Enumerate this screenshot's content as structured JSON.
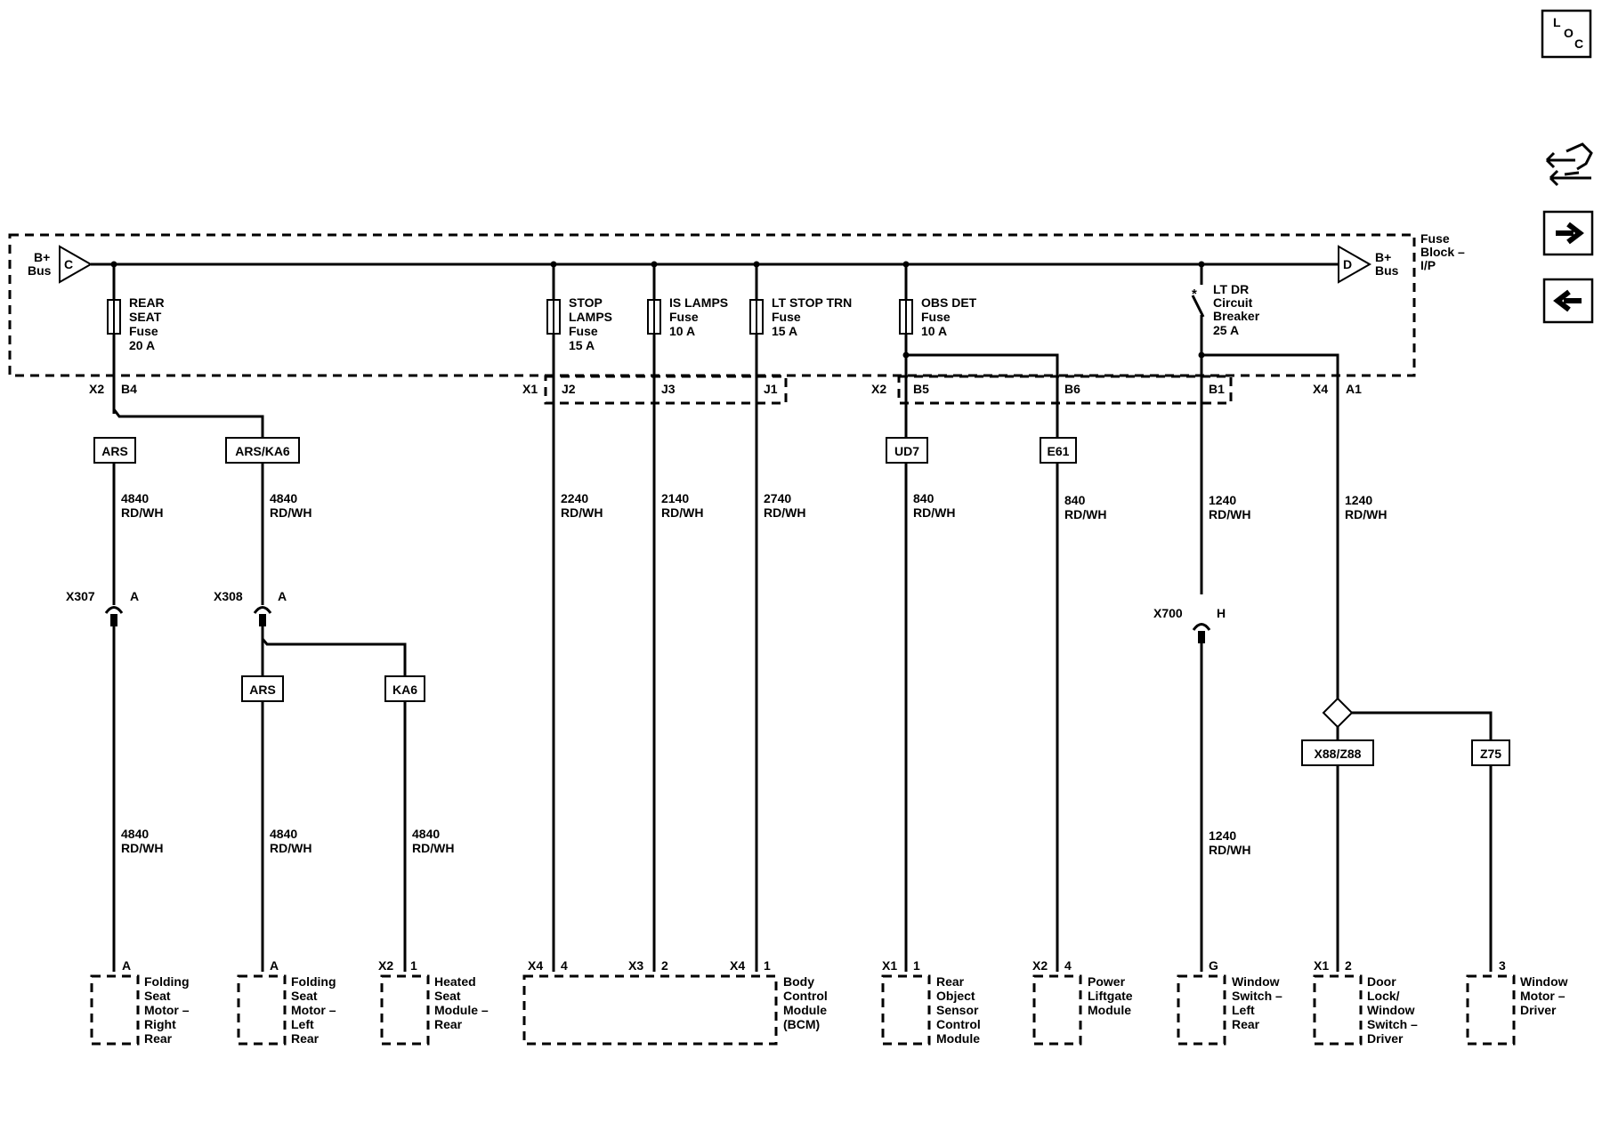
{
  "nav": {
    "loc_letters": [
      "L",
      "O",
      "C"
    ],
    "icons": [
      "loc-icon",
      "schematic-icon",
      "next-arrow-icon",
      "previous-arrow-icon"
    ]
  },
  "fuse_block": {
    "label_lines": [
      "Fuse",
      "Block –",
      "I/P"
    ],
    "bus_left": {
      "letter": "C",
      "label_lines": [
        "B+",
        "Bus"
      ]
    },
    "bus_right": {
      "letter": "D",
      "label_lines": [
        "B+",
        "Bus"
      ]
    }
  },
  "fuses": [
    {
      "label_lines": [
        "REAR",
        "SEAT",
        "Fuse",
        "20 A"
      ]
    },
    {
      "label_lines": [
        "STOP",
        "LAMPS",
        "Fuse",
        "15 A"
      ]
    },
    {
      "label_lines": [
        "IS LAMPS",
        "Fuse",
        "10 A"
      ]
    },
    {
      "label_lines": [
        "LT STOP TRN",
        "Fuse",
        "15 A"
      ]
    },
    {
      "label_lines": [
        "OBS DET",
        "Fuse",
        "10 A"
      ]
    },
    {
      "label_lines": [
        "LT DR",
        "Circuit",
        "Breaker",
        "25 A"
      ]
    }
  ],
  "pins": {
    "x2": "X2",
    "b4": "B4",
    "x1": "X1",
    "j2": "J2",
    "j3": "J3",
    "j1": "J1",
    "x2b": "X2",
    "b5": "B5",
    "b6": "B6",
    "b1": "B1",
    "x4": "X4",
    "a1": "A1"
  },
  "options": {
    "ars1": "ARS",
    "arska6": "ARS/KA6",
    "ud7": "UD7",
    "e61": "E61",
    "ars2": "ARS",
    "ka6": "KA6",
    "x88z88": "X88/Z88",
    "z75": "Z75"
  },
  "wire_labels": {
    "w1": [
      "4840",
      "RD/WH"
    ],
    "w2": [
      "4840",
      "RD/WH"
    ],
    "w3": [
      "2240",
      "RD/WH"
    ],
    "w4": [
      "2140",
      "RD/WH"
    ],
    "w5": [
      "2740",
      "RD/WH"
    ],
    "w6": [
      "840",
      "RD/WH"
    ],
    "w7": [
      "840",
      "RD/WH"
    ],
    "w8": [
      "1240",
      "RD/WH"
    ],
    "w9": [
      "1240",
      "RD/WH"
    ],
    "w10": [
      "4840",
      "RD/WH"
    ],
    "w11": [
      "4840",
      "RD/WH"
    ],
    "w12": [
      "4840",
      "RD/WH"
    ],
    "w13": [
      "1240",
      "RD/WH"
    ]
  },
  "connectors_inline": {
    "x307": "X307",
    "x307_pin": "A",
    "x308": "X308",
    "x308_pin": "A",
    "x700": "X700",
    "x700_pin": "H"
  },
  "components": [
    {
      "pin_conn": "",
      "pin": "A",
      "label_lines": [
        "Folding",
        "Seat",
        "Motor –",
        "Right",
        "Rear"
      ]
    },
    {
      "pin_conn": "",
      "pin": "A",
      "label_lines": [
        "Folding",
        "Seat",
        "Motor –",
        "Left",
        "Rear"
      ]
    },
    {
      "pin_conn": "X2",
      "pin": "1",
      "label_lines": [
        "Heated",
        "Seat",
        "Module –",
        "Rear"
      ]
    },
    {
      "pins": [
        [
          "X4",
          "4"
        ],
        [
          "X3",
          "2"
        ],
        [
          "X4",
          "1"
        ]
      ],
      "label_lines": [
        "Body",
        "Control",
        "Module",
        "(BCM)"
      ]
    },
    {
      "pin_conn": "X1",
      "pin": "1",
      "label_lines": [
        "Rear",
        "Object",
        "Sensor",
        "Control",
        "Module"
      ]
    },
    {
      "pin_conn": "X2",
      "pin": "4",
      "label_lines": [
        "Power",
        "Liftgate",
        "Module"
      ]
    },
    {
      "pin_conn": "",
      "pin": "G",
      "label_lines": [
        "Window",
        "Switch –",
        "Left",
        "Rear"
      ]
    },
    {
      "pin_conn": "X1",
      "pin": "2",
      "label_lines": [
        "Door",
        "Lock/",
        "Window",
        "Switch –",
        "Driver"
      ]
    },
    {
      "pin_conn": "",
      "pin": "3",
      "label_lines": [
        "Window",
        "Motor –",
        "Driver"
      ]
    }
  ]
}
